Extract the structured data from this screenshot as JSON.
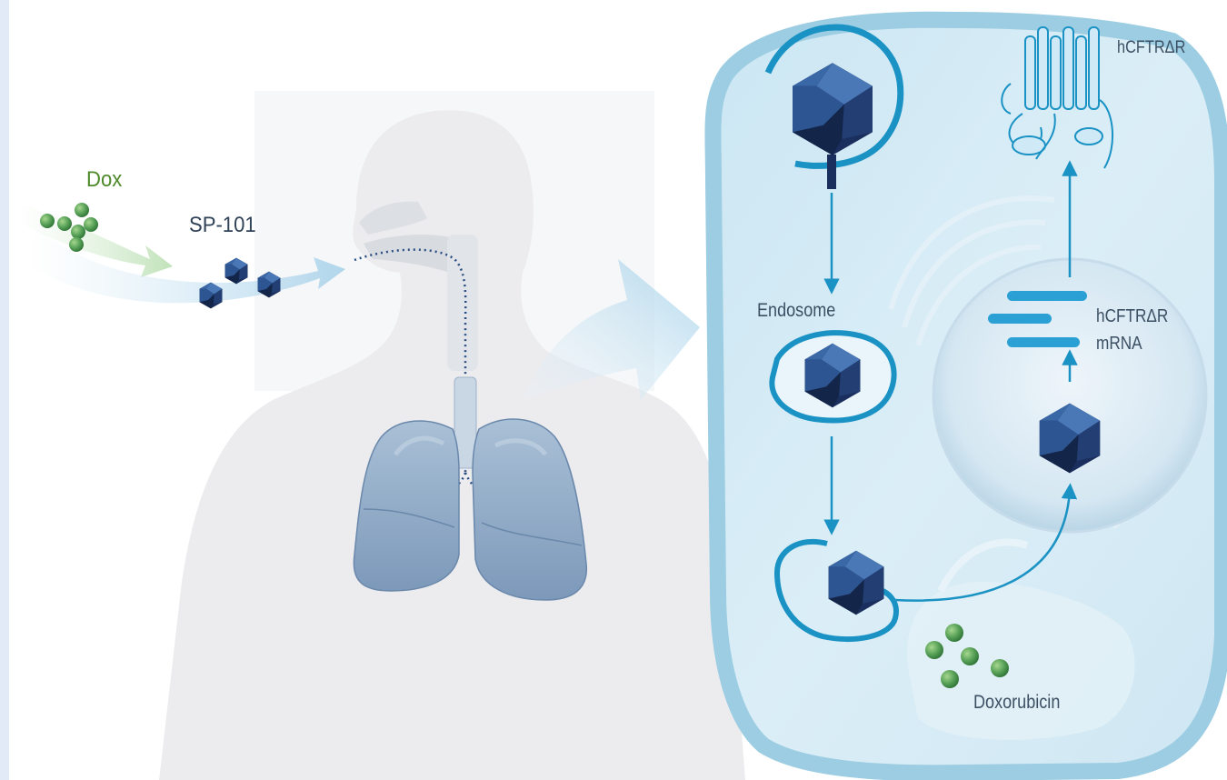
{
  "labels": {
    "dox": "Dox",
    "sp101": "SP-101",
    "endosome": "Endosome",
    "receptor": "hCFTRΔR",
    "mrna_line1": "hCFTRΔR",
    "mrna_line2": "mRNA",
    "doxorubicin": "Doxorubicin"
  },
  "colors": {
    "dox_text": "#4f8a2c",
    "drug_green": "#5aa35a",
    "capsid_dark": "#1b2f5e",
    "membrane_blue": "#1a92c4",
    "cell_body": "#d7ecf6",
    "cell_edge": "#9ccde2",
    "lung_blue": "#8fa9c5",
    "body_silhouette": "#ececef",
    "page_edge": "#e3eaf7"
  }
}
